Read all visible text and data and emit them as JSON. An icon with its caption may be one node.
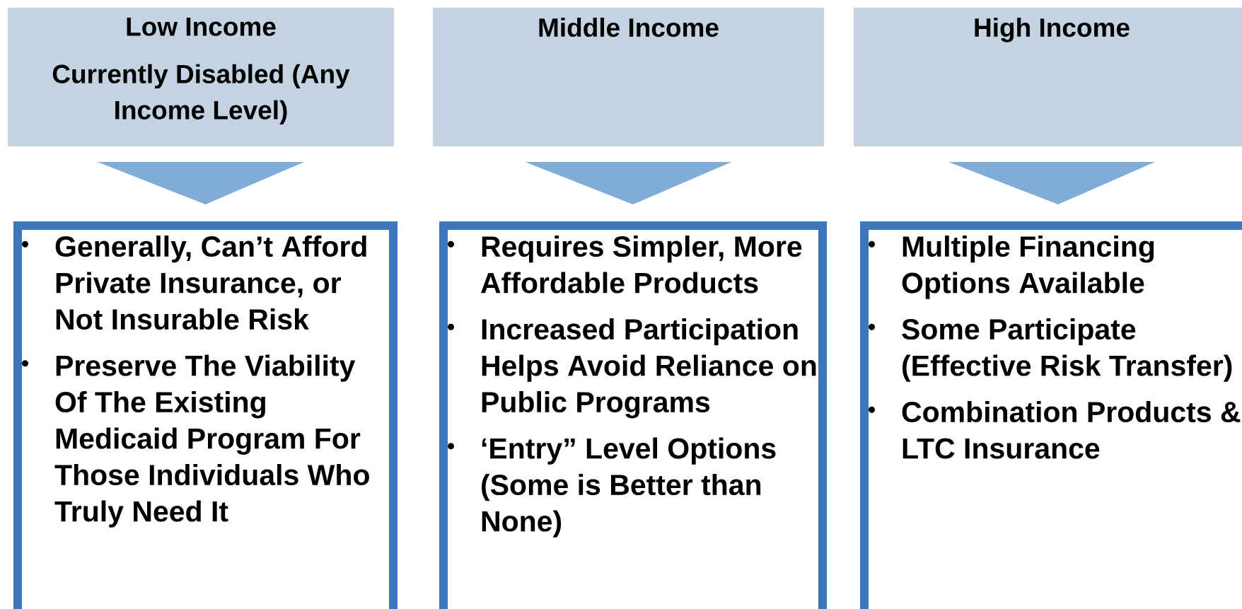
{
  "diagram": {
    "nodes": [
      {
        "text": [
          "Low Income",
          "Currently Disabled (Any Income Level)"
        ]
      },
      {
        "text": [
          "Middle Income"
        ]
      },
      {
        "text": [
          "High Income"
        ]
      },
      {
        "text": [
          "Generally, Can’t Afford Private Insurance, or Not Insurable Risk",
          "Preserve The Viability Of The Existing Medicaid Program For Those Individuals Who Truly Need It"
        ]
      },
      {
        "text": [
          "Requires Simpler, More Affordable Products",
          "Increased Participation Helps Avoid Reliance on Public Programs",
          "‘Entry” Level Options (Some is Better than None)"
        ]
      },
      {
        "text": [
          "Multiple Financing Options Available",
          "Some Participate (Effective Risk Transfer)",
          "Combination Products & LTC Insurance"
        ]
      }
    ],
    "edges": [
      {
        "from": 0,
        "to": 3,
        "arrow": "to"
      },
      {
        "from": 1,
        "to": 4,
        "arrow": "to"
      },
      {
        "from": 2,
        "to": 5,
        "arrow": "to"
      }
    ]
  }
}
